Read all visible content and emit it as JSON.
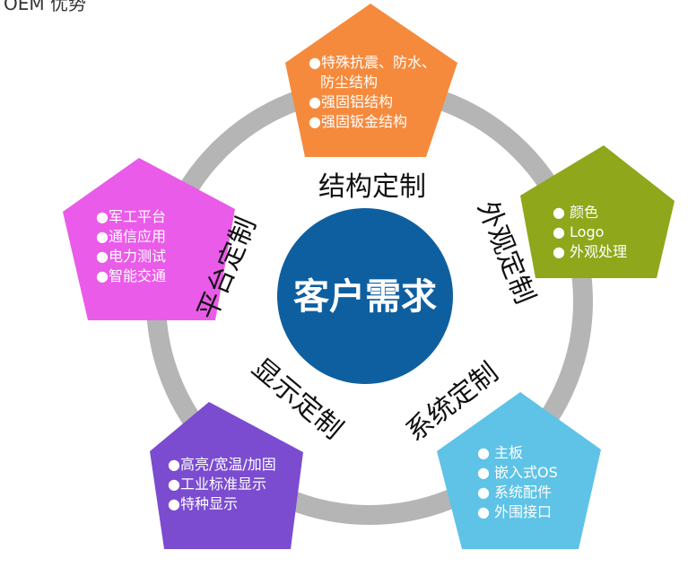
{
  "top_left_text": "OEM 优势",
  "center": {
    "label": "客户需求",
    "color": "#0e5f9f"
  },
  "ring_color": "#b5b5b5",
  "nodes": {
    "structure": {
      "label": "结构定制",
      "color": "#f58a3d",
      "items": [
        "●特殊抗震、防水、",
        "防尘结构",
        "●强固铝结构",
        "●强固钣金结构"
      ]
    },
    "appearance": {
      "label": "外观定制",
      "color": "#8fa71b",
      "items": [
        "● 颜色",
        "● Logo",
        "● 外观处理"
      ]
    },
    "system": {
      "label": "系统定制",
      "color": "#5ec3e6",
      "items": [
        "● 主板",
        "● 嵌入式OS",
        "● 系统配件",
        "● 外围接口"
      ]
    },
    "display": {
      "label": "显示定制",
      "color": "#7b4ccf",
      "items": [
        "●高亮/宽温/加固",
        "●工业标准显示",
        "●特种显示"
      ]
    },
    "platform": {
      "label": "平台定制",
      "color": "#ea5be9",
      "items": [
        "●军工平台",
        "●通信应用",
        "●电力测试",
        "●智能交通"
      ]
    }
  }
}
